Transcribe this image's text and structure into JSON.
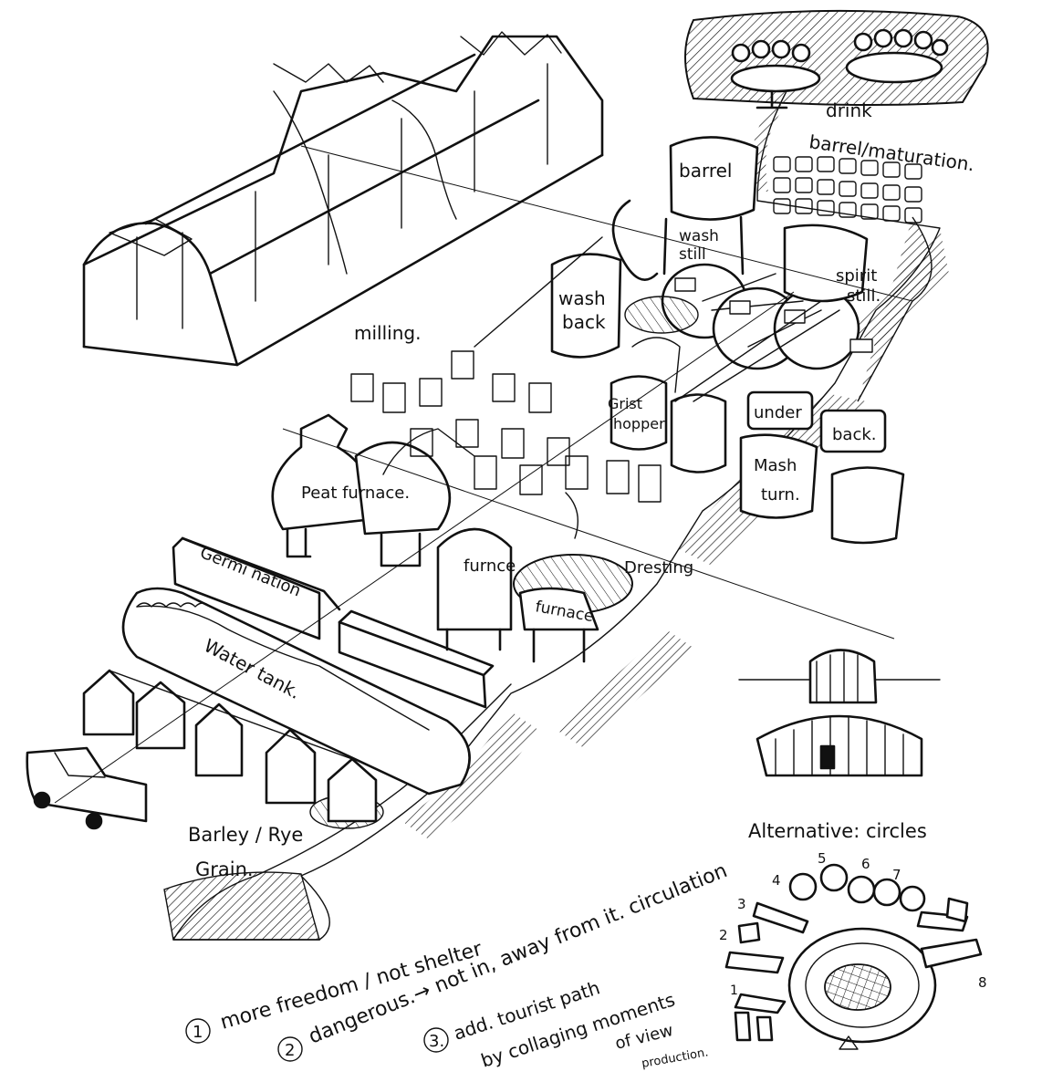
{
  "labels": {
    "drink": "drink",
    "barrel_maturation": "barrel/maturation.",
    "barrel": "barrel",
    "wash_still": [
      "wash",
      "still"
    ],
    "spirit_still": [
      "spirit",
      "still."
    ],
    "wash_back": [
      "wash",
      "back"
    ],
    "milling": "milling.",
    "grist_hopper": [
      "Grist",
      "hopper"
    ],
    "under_back": [
      "under",
      "back."
    ],
    "mash_turn": [
      "Mash",
      "turn."
    ],
    "peat_furnace": "Peat furnace.",
    "furnace_1": "furnce",
    "dressing": "Dresting",
    "furnace_2": "furnace",
    "germination": "Germi nation",
    "water_tank": "Water tank.",
    "barley_rye": [
      "Barley / Rye",
      "Grain."
    ],
    "alternative": "Alternative: circles"
  },
  "notes": {
    "note_1": "more freedom / not shelter",
    "note_2": "dangerous.→ not in, away from it. circulation",
    "note_3_lines": [
      "add. tourist path",
      "by collaging moments",
      "of view",
      "production."
    ],
    "marker_1": "1",
    "marker_2": "2",
    "marker_3": "3."
  },
  "circle_numbers": [
    "1",
    "2",
    "3",
    "4",
    "5",
    "6",
    "7",
    "8"
  ]
}
